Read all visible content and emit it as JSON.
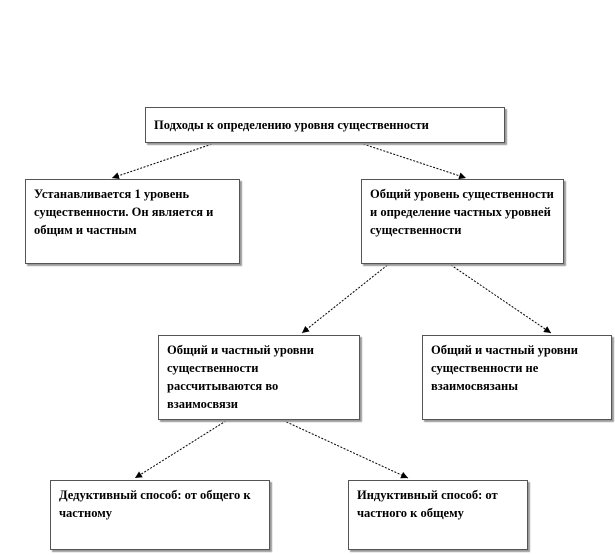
{
  "diagram": {
    "root": "Подходы  к определению уровня существенности",
    "level1": {
      "left": "Устанавливается 1 уровень существенности.  Он является и общим и частным",
      "right": "Общий уровень существенности и определение частных уровней существенности"
    },
    "level2": {
      "left": "Общий и частный уровни существенности рассчитываются во взаимосвязи",
      "right": "Общий и частный уровни существенности не взаимосвязаны"
    },
    "level3": {
      "left": "Дедуктивный способ:  от общего  к частному",
      "right": "Индуктивный способ: от частного к общему"
    }
  },
  "colors": {
    "border": "#555555",
    "shadow": "#9a9a9a",
    "connector": "#000000"
  }
}
